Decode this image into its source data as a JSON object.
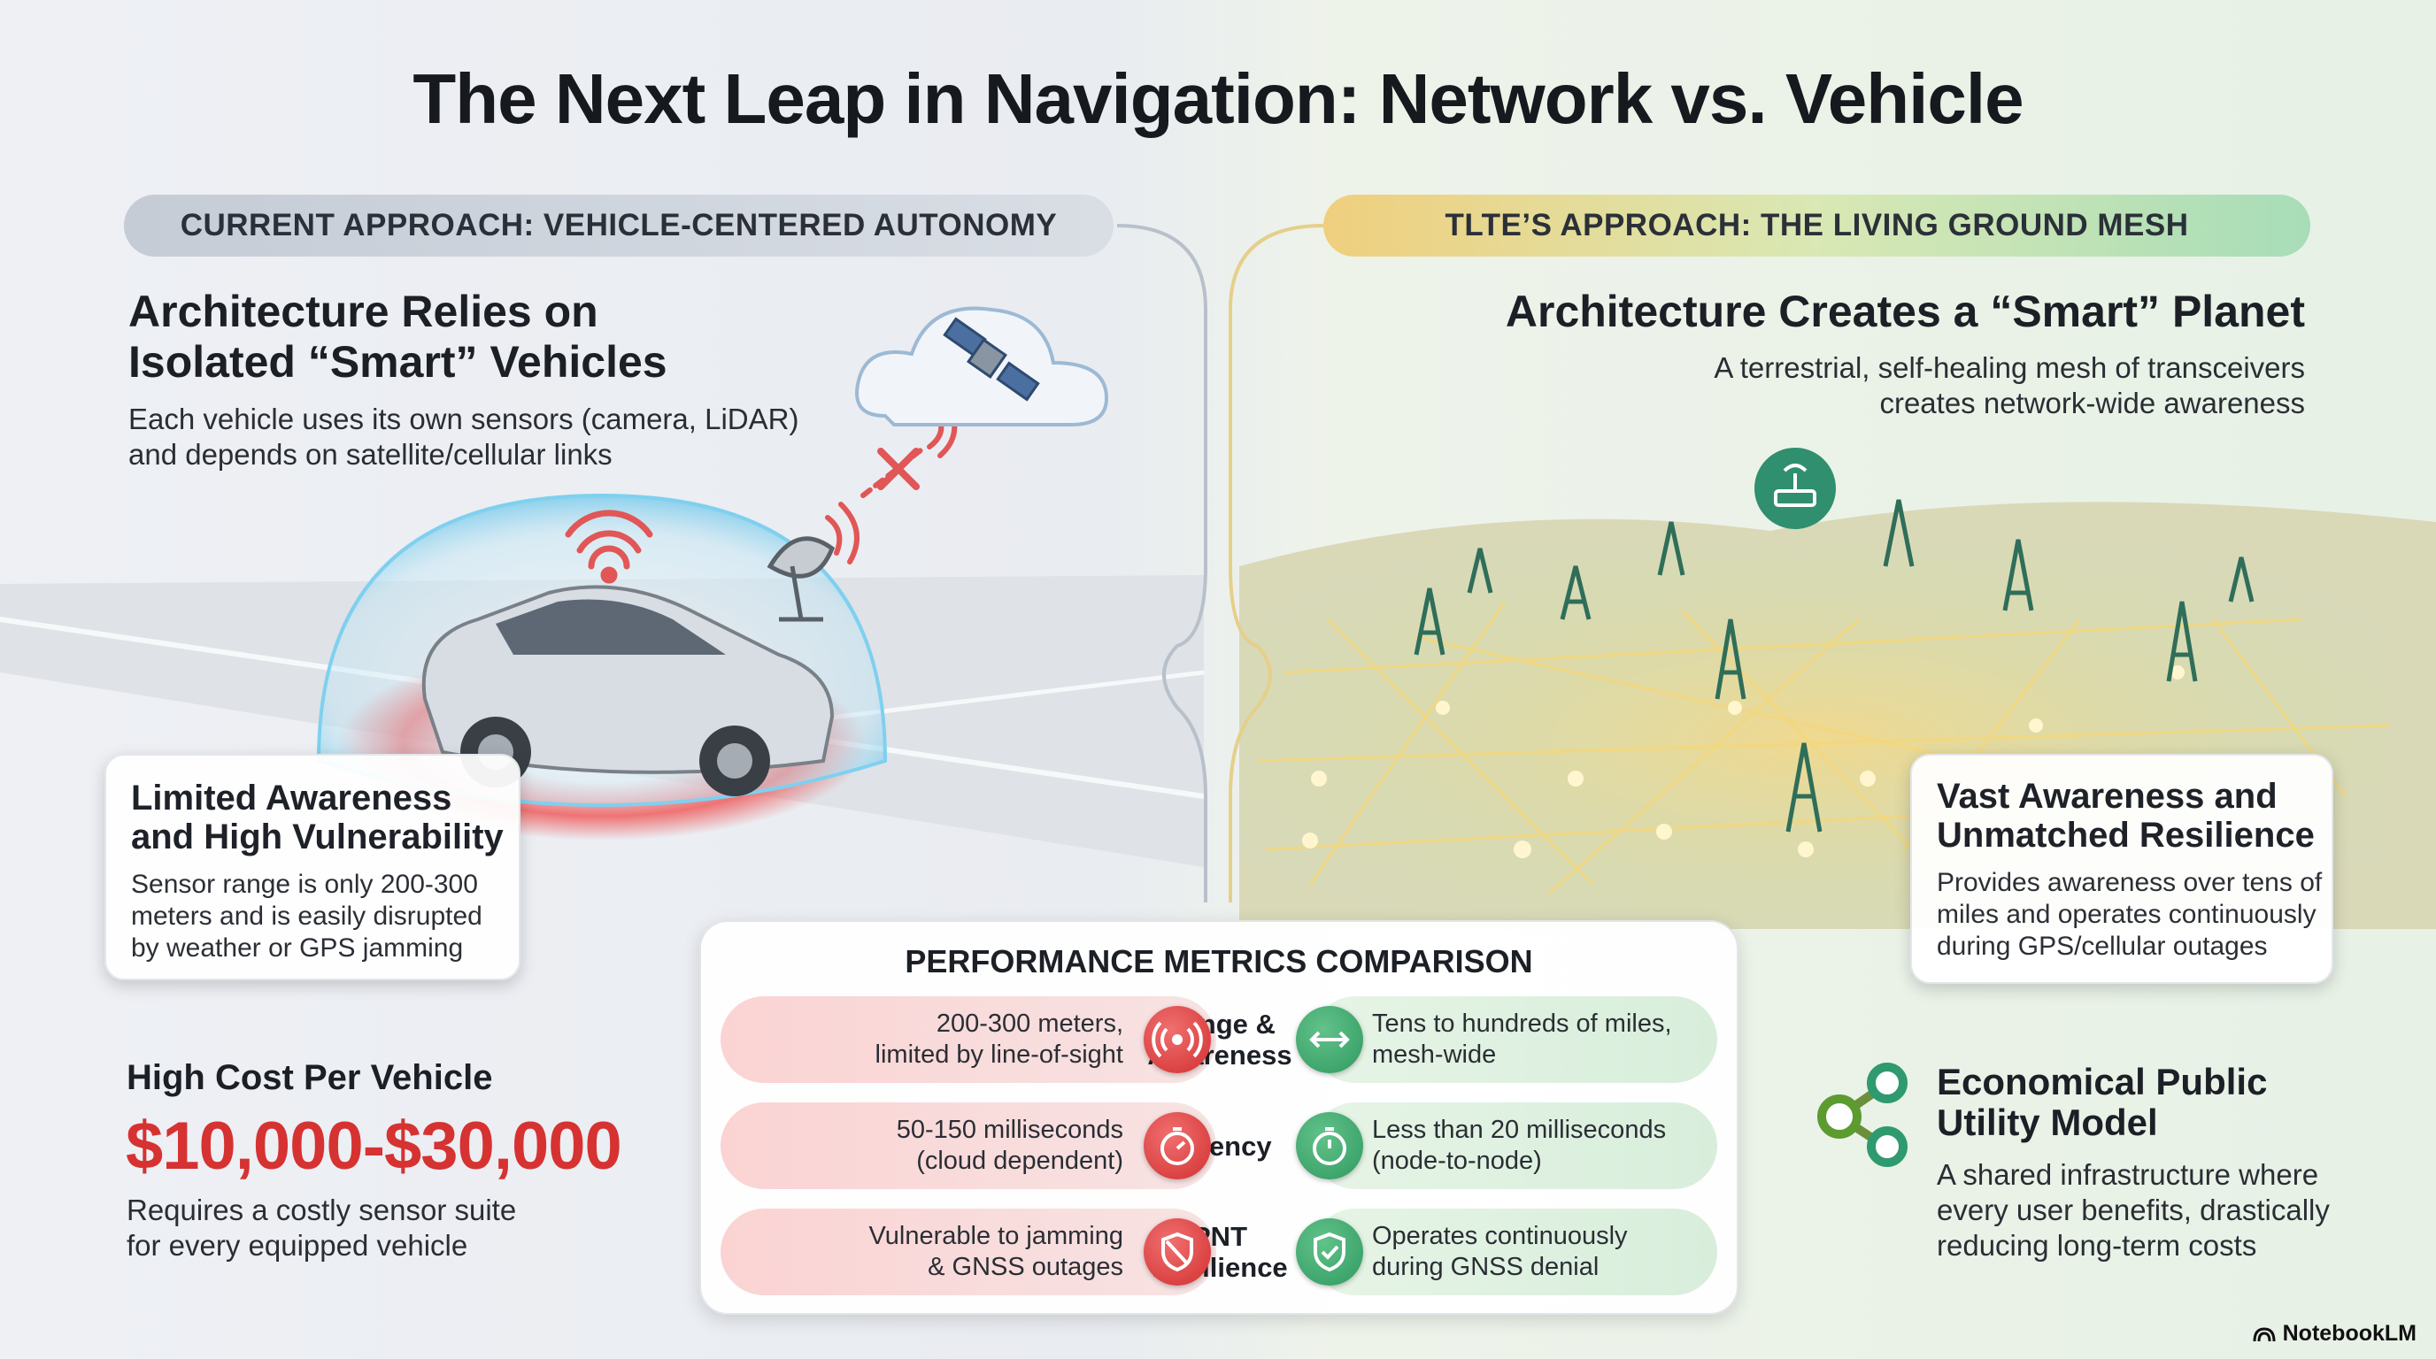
{
  "title": "The Next Leap in Navigation: Network vs. Vehicle",
  "left": {
    "pill": "CURRENT APPROACH: VEHICLE-CENTERED AUTONOMY",
    "heading_line1": "Architecture Relies on",
    "heading_line2": "Isolated “Smart” Vehicles",
    "sub_line1": "Each vehicle uses its own sensors (camera, LiDAR)",
    "sub_line2": "and depends on satellite/cellular links",
    "card": {
      "title_line1": "Limited Awareness",
      "title_line2": "and High Vulnerability",
      "body_line1": "Sensor range is only 200-300",
      "body_line2": "meters and is easily disrupted",
      "body_line3": "by weather or GPS jamming"
    },
    "cost": {
      "heading": "High Cost Per Vehicle",
      "price": "$10,000-$30,000",
      "body_line1": "Requires a costly sensor suite",
      "body_line2": "for every equipped vehicle"
    }
  },
  "right": {
    "pill": "TLTE’S APPROACH: THE LIVING GROUND MESH",
    "heading": "Architecture Creates a “Smart” Planet",
    "sub_line1": "A terrestrial, self-healing mesh of transceivers",
    "sub_line2": "creates network-wide awareness",
    "card": {
      "title_line1": "Vast Awareness and",
      "title_line2": "Unmatched Resilience",
      "body_line1": "Provides awareness over tens of",
      "body_line2": "miles and operates continuously",
      "body_line3": "during GPS/cellular outages"
    },
    "utility": {
      "title_line1": "Economical Public",
      "title_line2": "Utility Model",
      "body_line1": "A shared infrastructure where",
      "body_line2": "every user benefits, drastically",
      "body_line3": "reducing long-term costs"
    }
  },
  "metrics": {
    "title": "PERFORMANCE METRICS COMPARISON",
    "rows": [
      {
        "left_line1": "200-300 meters,",
        "left_line2": "limited by line-of-sight",
        "label_line1": "Range &",
        "label_line2": "Awareness",
        "right_line1": "Tens to hundreds of miles,",
        "right_line2": "mesh-wide",
        "left_icon": "signal-icon",
        "right_icon": "double-arrow-icon"
      },
      {
        "left_line1": "50-150 milliseconds",
        "left_line2": "(cloud dependent)",
        "label_line1": "Latency",
        "label_line2": "",
        "right_line1": "Less than 20 milliseconds",
        "right_line2": "(node-to-node)",
        "left_icon": "stopwatch-icon",
        "right_icon": "stopwatch-icon"
      },
      {
        "left_line1": "Vulnerable to jamming",
        "left_line2": "& GNSS outages",
        "label_line1": "PNT",
        "label_line2": "Resilience",
        "right_line1": "Operates continuously",
        "right_line2": "during GNSS denial",
        "left_icon": "broken-shield-icon",
        "right_icon": "shield-check-icon"
      }
    ]
  },
  "credit": "NotebookLM",
  "colors": {
    "accent_red": "#d63232",
    "accent_green": "#2f9a60"
  }
}
